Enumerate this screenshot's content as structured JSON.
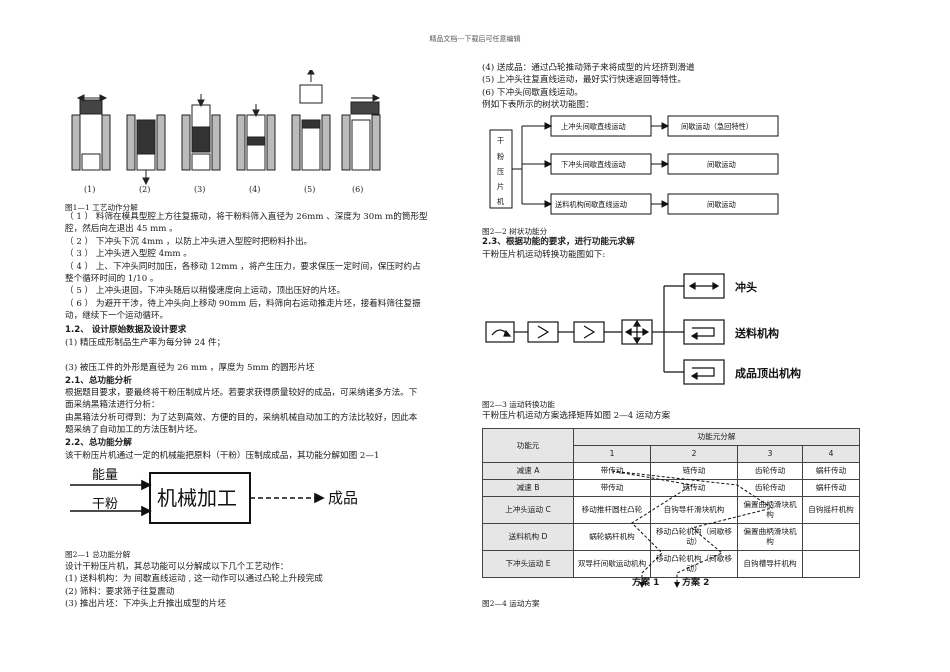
{
  "header": "精品文档---下载后可任意编辑",
  "left": {
    "fig1_numbers": [
      "(1)",
      "(2)",
      "(3)",
      "(4)",
      "(5)",
      "(6)"
    ],
    "fig1_caption": "图1—1 工艺动作分解",
    "steps": [
      "（ 1 ） 料筛在模具型腔上方往复振动，将干粉料筛入直径为 26mm 、深度为 30m m的筒形型",
      "腔，然后向左退出 45 mm 。",
      "（ 2 ） 下冲头下沉 4mm ，以防上冲头进入型腔时把粉料扑出。",
      "（ 3 ） 上冲头进入型腔 4mm 。",
      "（ 4 ） 上、下冲头同时加压，各移动 12mm ，将产生压力，要求保压一定时间，保压时约占",
      "整个循环时间的 1/10 。",
      "（ 5 ） 上冲头退回，下冲头随后以稍慢速度向上运动，顶出压好的片坯。",
      "（ 6 ） 为避开干涉，待上冲头向上移动 90mm 后，料筛向右运动推走片坯，接着料筛往复振",
      "动，继续下一个运动循环。"
    ],
    "sec12_title": "1.2、 设计原始数据及设计要求",
    "sec12_line1": "(1) 精压成形制品生产率为每分钟 24 件；",
    "sec12_line2": "(3) 被压工件的外形是直径为 26 mm ，厚度为 5mm 的圆形片坯",
    "sec21_title": "2.1、总功能分析",
    "sec21_lines": [
      "根据题目要求，要最终将干粉压制成片坯。若要求获得质量较好的成品，可采纳诸多方法。下",
      "面采纳黑箱法进行分析：",
      "由黑箱法分析可得到：为了达到高效、方便的目的，采纳机械自动加工的方法比较好，因此本",
      "题采纳了自动加工的方法压制片坯。"
    ],
    "sec22_title": "2.2、总功能分解",
    "sec22_line": "该干粉压片机通过一定的机械能把原料（干粉）压制成成品，其功能分解如图 2—1",
    "blackbox": {
      "in1": "能量",
      "in2": "干粉",
      "box": "机械加工",
      "out": "成品"
    },
    "fig21_caption": "图2—1 总功能分解",
    "func_lines": [
      "设计干粉压片机，其总功能可以分解成以下几个工艺动作：",
      "(1) 送料机构：为 间歇直线运动 , 这一动作可以通过凸轮上升段完成",
      "(2) 筛料：要求筛子往复震动",
      "(3) 推出片坯：下冲头上升推出成型的片坯"
    ]
  },
  "right": {
    "top_lines": [
      "(4) 送成品：通过凸轮推动筛子来将成型的片坯挤到滑道",
      "(5) 上冲头往复直线运动，最好实行快速返回等特性。",
      "(6) 下冲头间歇直线运动。",
      "例如下表所示的树状功能图："
    ],
    "tree": {
      "root": [
        "干",
        "粉",
        "压",
        "片",
        "机"
      ],
      "rows": [
        {
          "motion": "上冲头间歇直线运动",
          "func": "间歇运动（急回特性）"
        },
        {
          "motion": "下冲头间歇直线运动",
          "func": "间歇运动"
        },
        {
          "motion": "送料机构间歇直线运动",
          "func": "间歇运动"
        }
      ]
    },
    "fig22_caption": "图2—2 树状功能分",
    "sec23_title": "2.3、根据功能的要求，进行功能元求解",
    "sec23_line": "干粉压片机运动转换功能图如下:",
    "conv_labels": [
      "冲头",
      "送料机构",
      "成品顶出机构"
    ],
    "fig23_caption": "图2—3 运动转换功能",
    "matrix_intro": "干粉压片机运动方案选择矩阵如图 2—4 运动方案",
    "matrix": {
      "corner": "功能元",
      "group": "功能元分解",
      "cols": [
        "1",
        "2",
        "3",
        "4"
      ],
      "rows": [
        {
          "name": "减速 A",
          "cells": [
            "带传动",
            "链传动",
            "齿轮传动",
            "蜗杆传动"
          ]
        },
        {
          "name": "减速 B",
          "cells": [
            "带传动",
            "链传动",
            "齿轮传动",
            "蜗杆传动"
          ]
        },
        {
          "name": "上冲头运动 C",
          "cells": [
            "移动推杆圆柱凸轮",
            "自钩导杆滑块机构",
            "偏置曲柄滑块机构",
            "自钩摇杆机构"
          ]
        },
        {
          "name": "送料机构 D",
          "cells": [
            "蜗轮蜗杆机构",
            "移动凸轮机构（间歇移动）",
            "偏置曲柄滑块机构",
            ""
          ]
        },
        {
          "name": "下冲头运动 E",
          "cells": [
            "双导杆间歇运动机构",
            "移动凸轮机构（间歇移动）",
            "自钩槽导杆机构",
            ""
          ]
        }
      ],
      "plan1": "方案 1",
      "plan2": "方案 2"
    },
    "fig24_caption": "图2—4 运动方案"
  }
}
